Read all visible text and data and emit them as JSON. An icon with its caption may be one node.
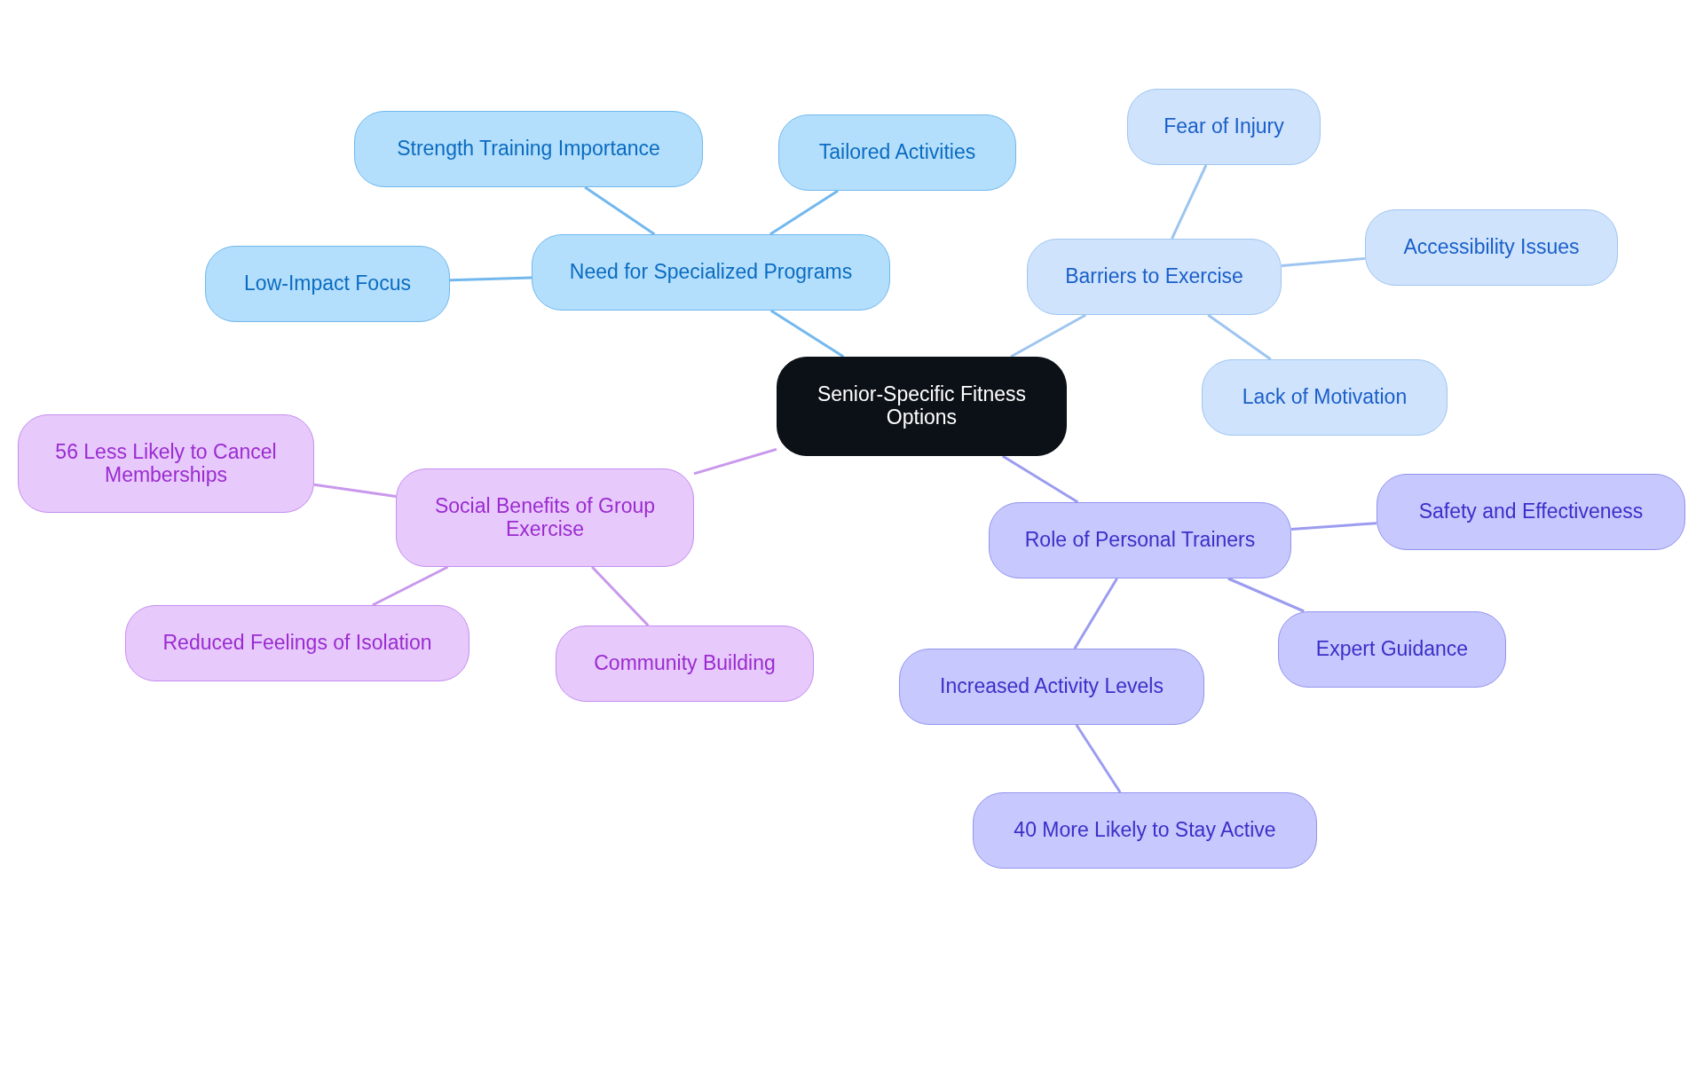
{
  "diagram": {
    "nodes": [
      {
        "text": [
          "Senior-Specific Fitness Options"
        ]
      },
      {
        "text": [
          "Need for Specialized Programs"
        ]
      },
      {
        "text": [
          "Strength Training Importance"
        ]
      },
      {
        "text": [
          "Tailored Activities"
        ]
      },
      {
        "text": [
          "Low-Impact Focus"
        ]
      },
      {
        "text": [
          "Barriers to Exercise"
        ]
      },
      {
        "text": [
          "Fear of Injury"
        ]
      },
      {
        "text": [
          "Accessibility Issues"
        ]
      },
      {
        "text": [
          "Lack of Motivation"
        ]
      },
      {
        "text": [
          "Social Benefits of Group Exercise"
        ]
      },
      {
        "text": [
          "56 Less Likely to Cancel Memberships"
        ]
      },
      {
        "text": [
          "Reduced Feelings of Isolation"
        ]
      },
      {
        "text": [
          "Community Building"
        ]
      },
      {
        "text": [
          "Role of Personal Trainers"
        ]
      },
      {
        "text": [
          "Safety and Effectiveness"
        ]
      },
      {
        "text": [
          "Expert Guidance"
        ]
      },
      {
        "text": [
          "Increased Activity Levels"
        ]
      },
      {
        "text": [
          "40 More Likely to Stay Active"
        ]
      }
    ],
    "edges": [
      {
        "from": 0,
        "to": 1,
        "arrow": "none",
        "color": "#72b8ee"
      },
      {
        "from": 1,
        "to": 2,
        "arrow": "none",
        "color": "#72b8ee"
      },
      {
        "from": 1,
        "to": 3,
        "arrow": "none",
        "color": "#72b8ee"
      },
      {
        "from": 1,
        "to": 4,
        "arrow": "none",
        "color": "#72b8ee"
      },
      {
        "from": 0,
        "to": 5,
        "arrow": "none",
        "color": "#9ec5f0"
      },
      {
        "from": 5,
        "to": 6,
        "arrow": "none",
        "color": "#9ec5f0"
      },
      {
        "from": 5,
        "to": 7,
        "arrow": "none",
        "color": "#9ec5f0"
      },
      {
        "from": 5,
        "to": 8,
        "arrow": "none",
        "color": "#9ec5f0"
      },
      {
        "from": 0,
        "to": 9,
        "arrow": "none",
        "color": "#c998ec"
      },
      {
        "from": 9,
        "to": 10,
        "arrow": "none",
        "color": "#c998ec"
      },
      {
        "from": 9,
        "to": 11,
        "arrow": "none",
        "color": "#c998ec"
      },
      {
        "from": 9,
        "to": 12,
        "arrow": "none",
        "color": "#c998ec"
      },
      {
        "from": 0,
        "to": 13,
        "arrow": "none",
        "color": "#9b9cf0"
      },
      {
        "from": 13,
        "to": 14,
        "arrow": "none",
        "color": "#9b9cf0"
      },
      {
        "from": 13,
        "to": 15,
        "arrow": "none",
        "color": "#9b9cf0"
      },
      {
        "from": 13,
        "to": 16,
        "arrow": "none",
        "color": "#9b9cf0"
      },
      {
        "from": 16,
        "to": 17,
        "arrow": "none",
        "color": "#9b9cf0"
      }
    ]
  }
}
